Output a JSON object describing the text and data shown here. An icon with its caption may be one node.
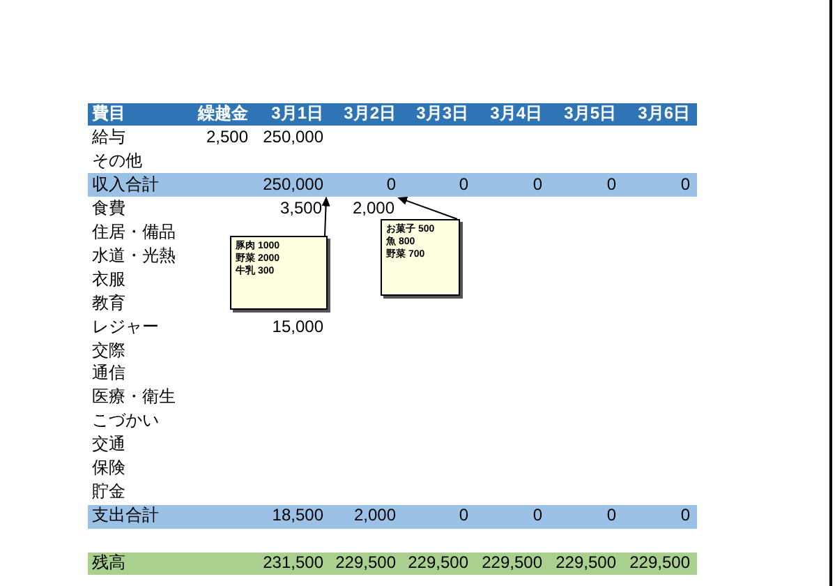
{
  "diagram": {
    "nodes": [
      {
        "text": [
          "3,500"
        ]
      },
      {
        "text": [
          "2,000"
        ]
      },
      {
        "text": [
          "豚肉 1000",
          "野菜 2000",
          "牛乳 300"
        ]
      },
      {
        "text": [
          "お菓子 500",
          "魚 800",
          "野菜 700"
        ]
      }
    ],
    "edges": [
      {
        "from": 2,
        "to": 0,
        "arrow": "to"
      },
      {
        "from": 3,
        "to": 1,
        "arrow": "to"
      }
    ],
    "labels": [
      "費目",
      "繰越金",
      "3月1日",
      "3月2日",
      "3月3日",
      "3月4日",
      "3月5日",
      "3月6日",
      "給与",
      "2,500",
      "250,000",
      "その他",
      "収入合計",
      "250,000",
      "0",
      "0",
      "0",
      "0",
      "0",
      "食費",
      "住居・備品",
      "水道・光熱",
      "衣服",
      "教育",
      "レジャー",
      "15,000",
      "交際",
      "通信",
      "医療・衛生",
      "こづかい",
      "交通",
      "保険",
      "貯金",
      "支出合計",
      "18,500",
      "2,000",
      "0",
      "0",
      "0",
      "0",
      "残高",
      "231,500",
      "229,500",
      "229,500",
      "229,500",
      "229,500",
      "229,500"
    ]
  }
}
